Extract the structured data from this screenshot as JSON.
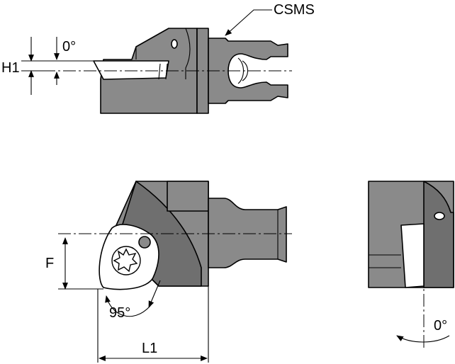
{
  "labels": {
    "csms": "CSMS",
    "h1": "H1",
    "angle_top": "0°",
    "f": "F",
    "angle_95": "95°",
    "l1": "L1",
    "angle_right": "0°"
  },
  "colors": {
    "body_fill": "#8a8a8a",
    "body_dark": "#6f6f6f",
    "line": "#000000",
    "insert_fill": "#ffffff"
  },
  "icons": {
    "screw": "torx-screw-icon"
  }
}
